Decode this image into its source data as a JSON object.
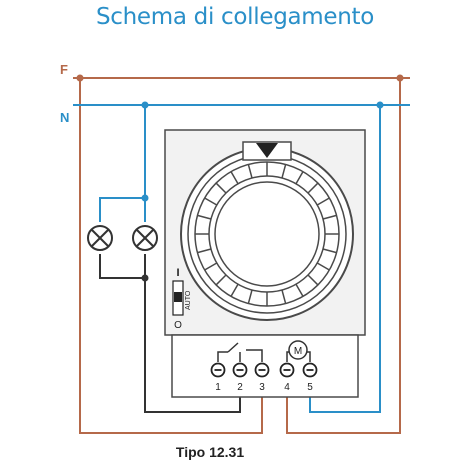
{
  "title": "Schema di collegamento",
  "line_labels": {
    "phase": "F",
    "neutral": "N"
  },
  "switch_labels": {
    "on": "I",
    "auto": "AUTO",
    "off": "O"
  },
  "terminals": [
    "1",
    "2",
    "3",
    "4",
    "5"
  ],
  "motor_symbol": "M",
  "model_label": "Tipo 12.31",
  "colors": {
    "phase_wire": "#b5694a",
    "neutral_wire": "#2a8fc8",
    "device_outline": "#4a4a4a",
    "device_body": "#f2f2f2",
    "title": "#2a8fc8"
  }
}
